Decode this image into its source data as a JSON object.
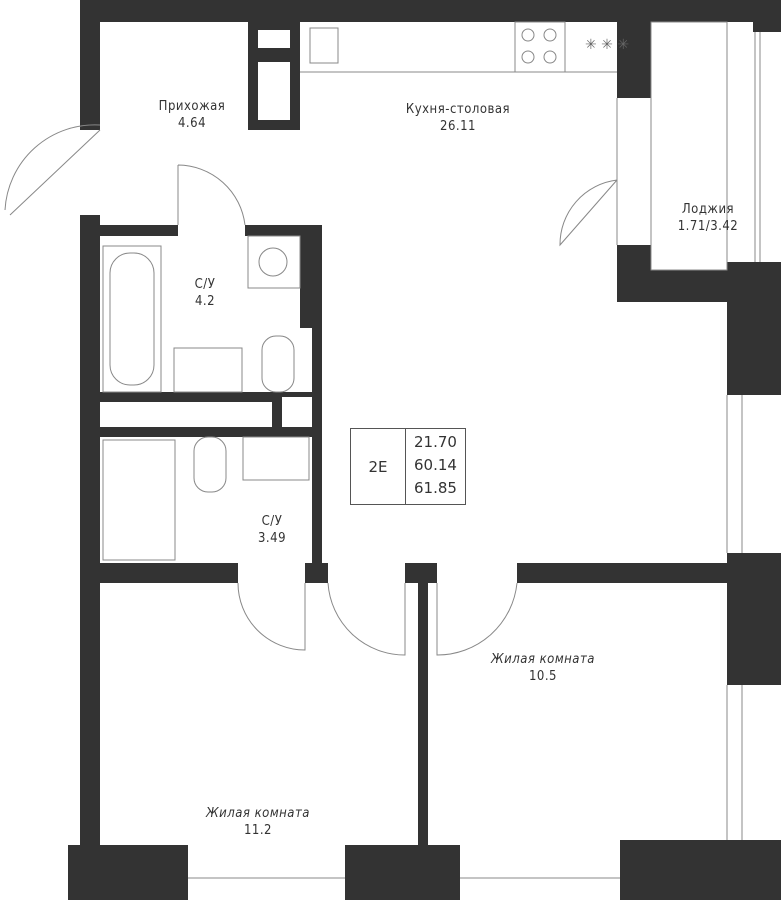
{
  "colors": {
    "wall": "#333333",
    "line": "#888888",
    "background": "#ffffff"
  },
  "rooms": [
    {
      "name": "Прихожая",
      "area": "4.64"
    },
    {
      "name": "Кухня-столовая",
      "area": "26.11"
    },
    {
      "name": "Лоджия",
      "area": "1.71/3.42"
    },
    {
      "name": "С/У",
      "area": "4.2"
    },
    {
      "name": "С/У",
      "area": "3.49"
    },
    {
      "name": "Жилая комната",
      "area": "10.5"
    },
    {
      "name": "Жилая комната",
      "area": "11.2"
    }
  ],
  "info": {
    "code": "2E",
    "living_area": "21.70",
    "total_area": "60.14",
    "area_with_loggia": "61.85"
  }
}
